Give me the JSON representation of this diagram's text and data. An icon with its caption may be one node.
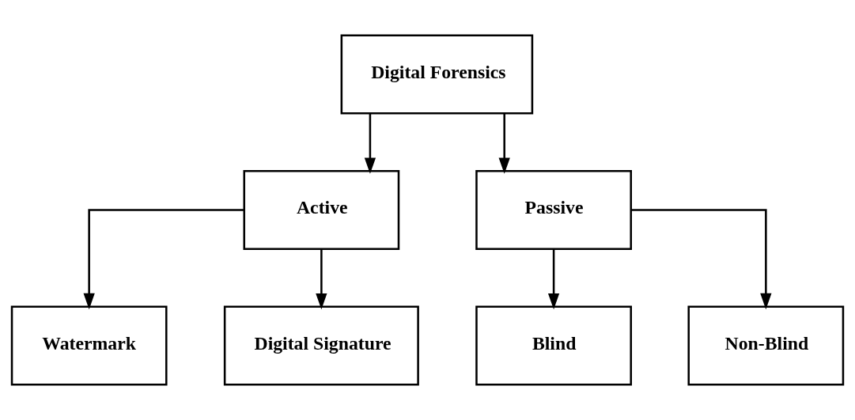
{
  "diagram": {
    "nodes": [
      {
        "text": [
          "Digital Forensics"
        ]
      },
      {
        "text": [
          "Active"
        ]
      },
      {
        "text": [
          "Passive"
        ]
      },
      {
        "text": [
          "Watermark"
        ]
      },
      {
        "text": [
          "Digital Signature"
        ]
      },
      {
        "text": [
          "Blind"
        ]
      },
      {
        "text": [
          "Non-Blind"
        ]
      }
    ],
    "edges": [
      {
        "from": 0,
        "to": 1,
        "arrow": "to"
      },
      {
        "from": 0,
        "to": 2,
        "arrow": "to"
      },
      {
        "from": 1,
        "to": 3,
        "arrow": "to"
      },
      {
        "from": 1,
        "to": 4,
        "arrow": "to"
      },
      {
        "from": 2,
        "to": 5,
        "arrow": "to"
      },
      {
        "from": 2,
        "to": 6,
        "arrow": "to"
      }
    ]
  }
}
